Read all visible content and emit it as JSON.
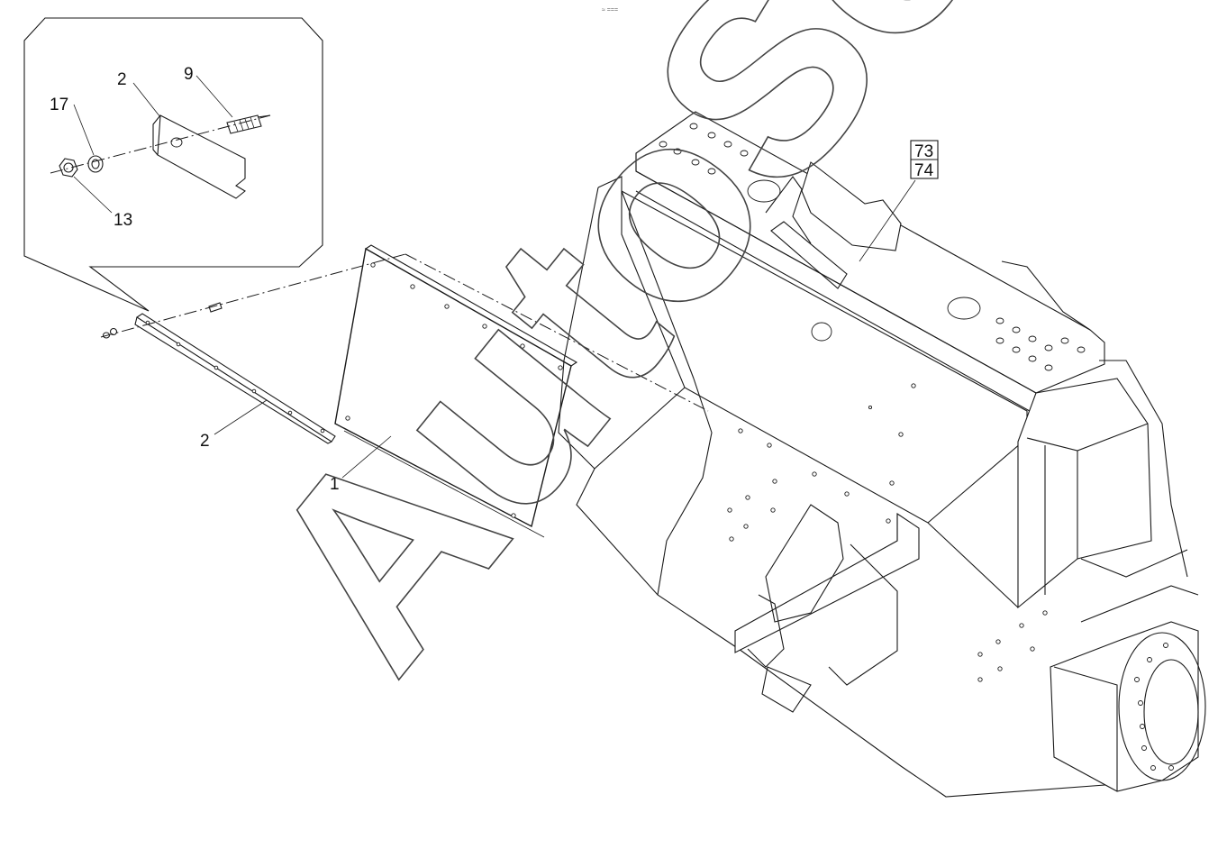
{
  "header_mark": "≈ ===",
  "watermark": "AutoSoft",
  "callouts": {
    "part_1": "1",
    "part_2_lower": "2",
    "part_2_detail": "2",
    "part_9": "9",
    "part_13": "13",
    "part_17": "17",
    "ref_73": "73",
    "ref_74": "74"
  }
}
